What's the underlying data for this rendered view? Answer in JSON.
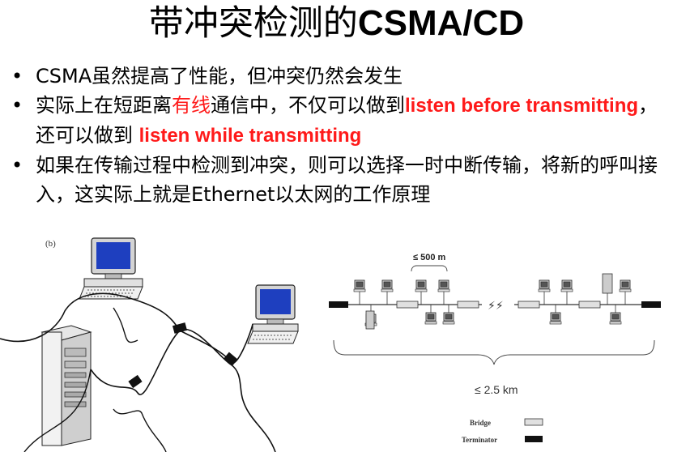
{
  "slide": {
    "title_cn": "带冲突检测的",
    "title_latin": "CSMA/CD",
    "bullet_symbol": "•",
    "bullets": [
      {
        "text": "CSMA虽然提高了性能，但冲突仍然会发生"
      },
      {
        "part1": "实际上在短距离",
        "part2_red": "有线",
        "part3": "通信中，不仅可以做到",
        "part4_red_bold": "listen before transmitting",
        "part5": "，还可以做到 ",
        "part6_red_bold": "listen while transmitting"
      },
      {
        "text": "如果在传输过程中检测到冲突，则可以选择一时中断传输，将新的呼叫接入，这实际上就是Ethernet以太网的工作原理"
      }
    ]
  },
  "figure_left": {
    "label": "(b)"
  },
  "figure_right": {
    "segment_label": "≤ 500 m",
    "total_label": "≤ 2.5 km",
    "legend": [
      {
        "name": "Bridge"
      },
      {
        "name": "Terminator"
      }
    ]
  },
  "colors": {
    "accent_red": "#ff1a1a",
    "screen_blue": "#1e3fbf"
  }
}
